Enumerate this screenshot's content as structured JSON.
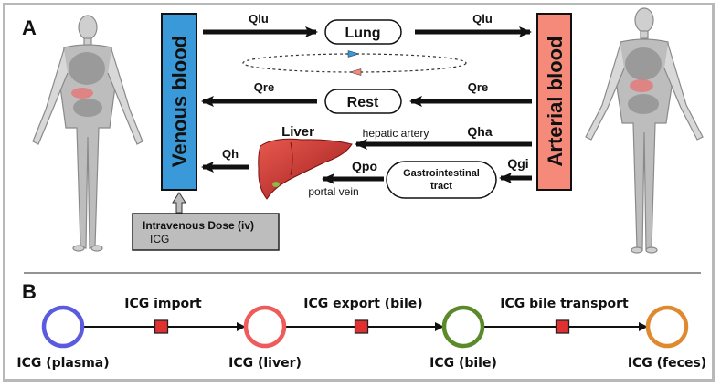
{
  "panel_a": {
    "label": "A",
    "venous_blood": "Venous blood",
    "arterial_blood": "Arterial blood",
    "venous_color": "#3a9ad9",
    "arterial_color": "#f58a7a",
    "lung": "Lung",
    "rest": "Rest",
    "liver": "Liver",
    "gi_tract_line1": "Gastrointestinal",
    "gi_tract_line2": "tract",
    "flows": {
      "qlu_in": "Qlu",
      "qlu_out": "Qlu",
      "qre_in": "Qre",
      "qre_out": "Qre",
      "qh": "Qh",
      "qha": "Qha",
      "qpo": "Qpo",
      "qgi": "Qgi"
    },
    "hepatic_artery": "hepatic artery",
    "portal_vein": "portal vein",
    "iv_dose_title": "Intravenous Dose (iv)",
    "iv_dose_substance": "ICG",
    "iv_box_color": "#bdbdbd",
    "cycle_arrow_colors": [
      "#3a9ad9",
      "#f58a7a"
    ]
  },
  "panel_b": {
    "label": "B",
    "nodes": [
      {
        "label": "ICG (plasma)",
        "color": "#5b5be0"
      },
      {
        "label": "ICG (liver)",
        "color": "#ef5a5a"
      },
      {
        "label": "ICG (bile)",
        "color": "#5a8a2a"
      },
      {
        "label": "ICG (feces)",
        "color": "#e08a30"
      }
    ],
    "reactions": [
      {
        "label": "ICG import"
      },
      {
        "label": "ICG export (bile)"
      },
      {
        "label": "ICG bile transport"
      }
    ],
    "reaction_color": "#e03030"
  }
}
